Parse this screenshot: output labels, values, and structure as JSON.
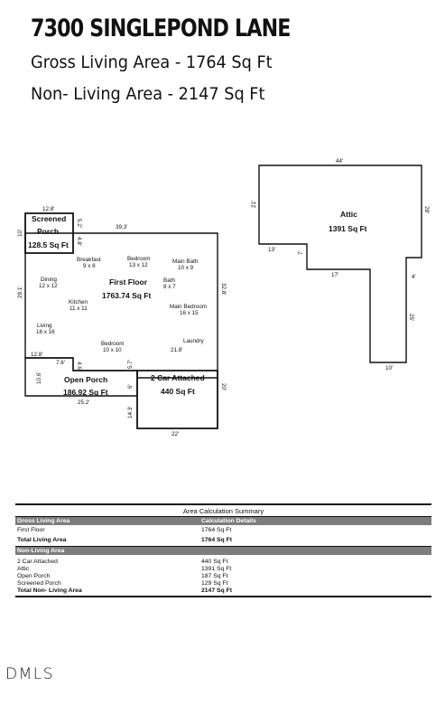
{
  "header": {
    "address": "7300 SINGLEPOND LANE",
    "gross_line": "Gross Living Area - 1764 Sq Ft",
    "non_line": "Non- Living Area - 2147 Sq Ft"
  },
  "floorplan": {
    "screened_porch": {
      "name1": "Screened",
      "name2": "Porch",
      "area": "128.5 Sq Ft"
    },
    "first_floor": {
      "name": "First Floor",
      "area": "1763.74 Sq Ft"
    },
    "open_porch": {
      "name": "Open Porch",
      "area": "186.92 Sq Ft"
    },
    "garage": {
      "name": "2 Car Attached",
      "area": "440 Sq Ft"
    },
    "attic": {
      "name": "Attic",
      "area": "1391 Sq Ft"
    },
    "rooms": {
      "breakfast": "Breakfast",
      "breakfast_dim": "9 x 8",
      "bedroom1": "Bedroom",
      "bedroom1_dim": "13 x 12",
      "main_bath": "Main Bath",
      "main_bath_dim": "10 x 9",
      "bath": "Bath",
      "bath_dim": "8 x 7",
      "dining": "Dining",
      "dining_dim": "12 x 12",
      "kitchen": "Kitchen",
      "kitchen_dim": "11 x 11",
      "main_bedroom": "Main Bedroom",
      "main_bedroom_dim": "16 x 15",
      "living": "Living",
      "living_dim": "16 x 16",
      "laundry": "Laundry",
      "bedroom2": "Bedroom",
      "bedroom2_dim": "10 x 10"
    },
    "dims": {
      "sp_top": "12.8'",
      "sp_left": "10'",
      "sp_right": "5.2'",
      "ff_top": "39.3'",
      "ff_step": "4.8'",
      "ff_left": "29.1'",
      "ff_right": "32.8'",
      "ff_bottom_left": "12.8'",
      "ff_laundry": "21.8'",
      "op_top": "7.6'",
      "op_step": "4.6'",
      "op_left": "10.6'",
      "op_bottom": "25.2'",
      "g_left_top": "5.7'",
      "g_left_mid": "6'",
      "g_left_bot": "14.3'",
      "g_right": "20'",
      "g_bottom": "22'",
      "a_top": "44'",
      "a_left": "21'",
      "a_right": "28'",
      "a_notch_w": "13'",
      "a_notch_h": "7'",
      "a_mid": "17'",
      "a_step": "4'",
      "a_stem_r": "25'",
      "a_bottom": "10'"
    }
  },
  "summary": {
    "title": "Area Calculation Summary",
    "gross_header": "Gross Living Area",
    "calc_header": "Calculation Details",
    "first_floor_label": "First Floor",
    "first_floor_val": "1764 Sq Ft",
    "total_living_label": "Total Living Area",
    "total_living_val": "1764 Sq Ft",
    "non_header": "Non-Living Area",
    "garage_label": "2 Car Attached",
    "garage_val": "440 Sq Ft",
    "attic_label": "Attic",
    "attic_val": "1391 Sq Ft",
    "open_porch_label": "Open Porch",
    "open_porch_val": "187 Sq Ft",
    "screened_label": "Screened Porch",
    "screened_val": "129 Sq Ft",
    "total_non_label": "Total Non- Living Area",
    "total_non_val": "2147 Sq Ft"
  },
  "footer": {
    "logo": "DMLS"
  }
}
